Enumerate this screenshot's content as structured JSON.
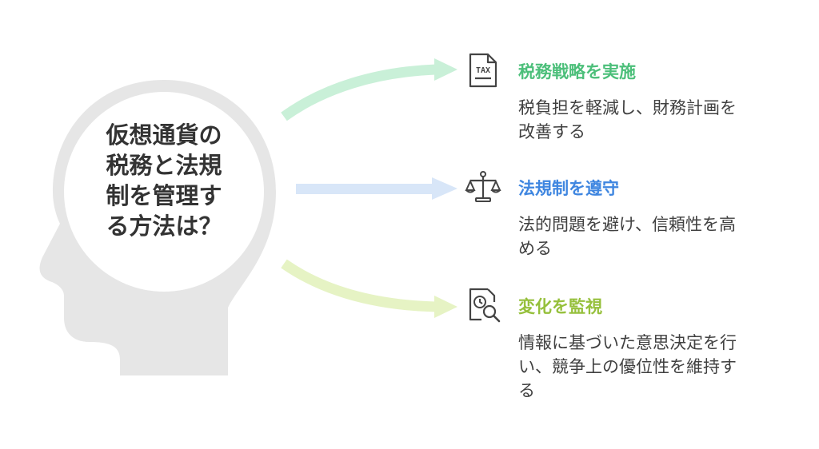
{
  "center": {
    "lines": [
      "仮想通貨の",
      "税務と法規",
      "制を管理す",
      "る方法は？"
    ]
  },
  "items": [
    {
      "icon": "tax-document-icon",
      "title": "税務戦略を実施",
      "title_color": "#4cbf7a",
      "arrow_color": "#c9f0d8",
      "desc_lines": [
        "税負担を軽減し、財務計画を",
        "改善する"
      ]
    },
    {
      "icon": "scales-icon",
      "title": "法規制を遵守",
      "title_color": "#3f86e0",
      "arrow_color": "#d8e6f8",
      "desc_lines": [
        "法的問題を避け、信頼性を高",
        "める"
      ]
    },
    {
      "icon": "clock-search-icon",
      "title": "変化を監視",
      "title_color": "#96c03c",
      "arrow_color": "#e6f3c4",
      "desc_lines": [
        "情報に基づいた意思決定を行",
        "い、競争上の優位性を維持す",
        "る"
      ]
    }
  ]
}
